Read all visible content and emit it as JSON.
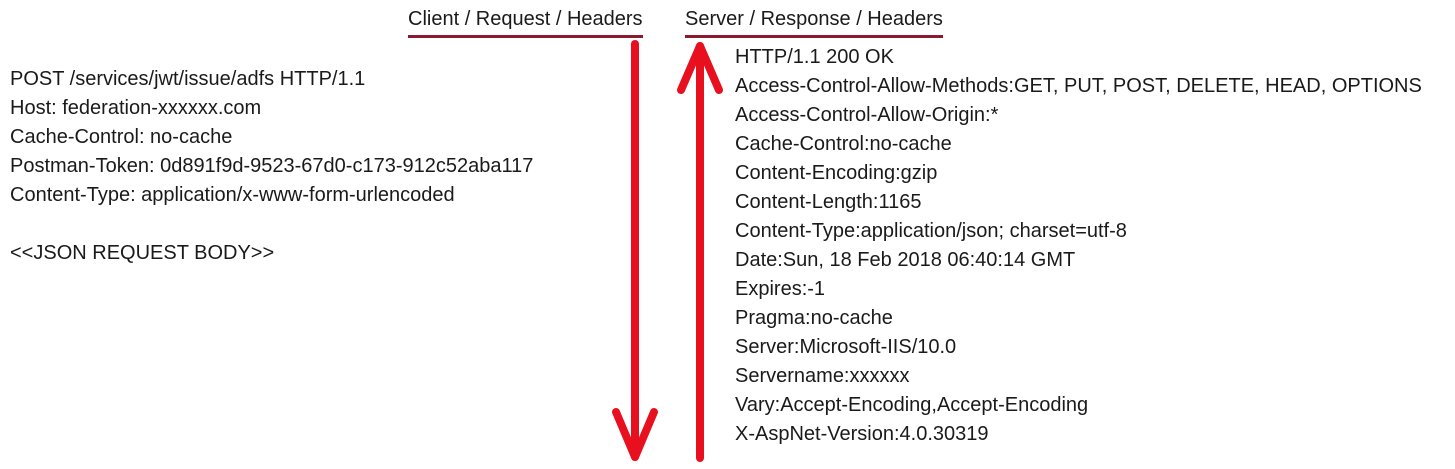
{
  "headings": {
    "client": "Client / Request / Headers",
    "server": "Server / Response / Headers"
  },
  "request": {
    "lines": [
      "POST /services/jwt/issue/adfs HTTP/1.1",
      "Host: federation-xxxxxx.com",
      "Cache-Control: no-cache",
      "Postman-Token: 0d891f9d-9523-67d0-c173-912c52aba117",
      "Content-Type: application/x-www-form-urlencoded",
      "",
      "<<JSON REQUEST BODY>>"
    ]
  },
  "response": {
    "lines": [
      "HTTP/1.1 200 OK",
      "Access-Control-Allow-Methods:GET, PUT, POST, DELETE, HEAD, OPTIONS",
      "Access-Control-Allow-Origin:*",
      "Cache-Control:no-cache",
      "Content-Encoding:gzip",
      "Content-Length:1165",
      "Content-Type:application/json; charset=utf-8",
      "Date:Sun, 18 Feb 2018 06:40:14 GMT",
      "Expires:-1",
      "Pragma:no-cache",
      "Server:Microsoft-IIS/10.0",
      "Servername:xxxxxx",
      "Vary:Accept-Encoding,Accept-Encoding",
      "X-AspNet-Version:4.0.30319"
    ]
  },
  "colors": {
    "arrow": "#e8101e",
    "underline": "#8b1a2e",
    "text": "#1a1a1a"
  }
}
